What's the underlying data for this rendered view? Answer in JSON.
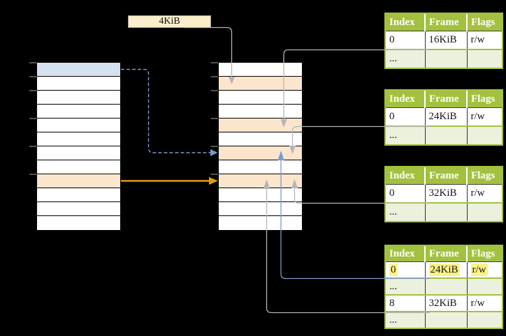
{
  "labels": {
    "page_size": "4KiB"
  },
  "colors": {
    "background": "#000000",
    "blue": "#D6E2F2",
    "peach": "#FCE5CD",
    "white": "#FFFFFF",
    "cream": "#FBEECB",
    "table_green": "#A3C13F",
    "table_light_green": "#EBF1DD",
    "highlight_yellow": "#FBF286",
    "arrow_orange": "#E09C10",
    "arrow_blue": "#7B99CE",
    "arrow_gray": "#B5B5B5",
    "tick_gray": "#7F7F7F"
  },
  "memory_columns": [
    {
      "name": "virtual-memory-column",
      "rows": [
        "blue",
        "white",
        "white",
        "white",
        "white",
        "white",
        "white",
        "white",
        "peach",
        "white",
        "white",
        "white"
      ]
    },
    {
      "name": "physical-memory-column",
      "rows": [
        "white",
        "peach",
        "white",
        "white",
        "peach",
        "white",
        "peach",
        "white",
        "peach",
        "white",
        "white",
        "white"
      ]
    }
  ],
  "address_tick_y": [
    90,
    110,
    130,
    170,
    210,
    250
  ],
  "page_tables": [
    {
      "headers": [
        "Index",
        "Frame",
        "Flags"
      ],
      "rows": [
        {
          "cells": [
            "0",
            "16KiB",
            "r/w"
          ],
          "shaded": false,
          "highlight": false
        },
        {
          "cells": [
            "...",
            "",
            ""
          ],
          "shaded": true,
          "highlight": false
        }
      ]
    },
    {
      "headers": [
        "Index",
        "Frame",
        "Flags"
      ],
      "rows": [
        {
          "cells": [
            "0",
            "24KiB",
            "r/w"
          ],
          "shaded": false,
          "highlight": false
        },
        {
          "cells": [
            "...",
            "",
            ""
          ],
          "shaded": true,
          "highlight": false
        }
      ]
    },
    {
      "headers": [
        "Index",
        "Frame",
        "Flags"
      ],
      "rows": [
        {
          "cells": [
            "0",
            "32KiB",
            "r/w"
          ],
          "shaded": false,
          "highlight": false
        },
        {
          "cells": [
            "...",
            "",
            ""
          ],
          "shaded": true,
          "highlight": false
        }
      ]
    },
    {
      "headers": [
        "Index",
        "Frame",
        "Flags"
      ],
      "rows": [
        {
          "cells": [
            "0",
            "24KiB",
            "r/w"
          ],
          "shaded": false,
          "highlight": true
        },
        {
          "cells": [
            "...",
            "",
            ""
          ],
          "shaded": true,
          "highlight": false
        },
        {
          "cells": [
            "8",
            "32KiB",
            "r/w"
          ],
          "shaded": false,
          "highlight": false
        },
        {
          "cells": [
            "...",
            "",
            ""
          ],
          "shaded": true,
          "highlight": false
        }
      ]
    }
  ]
}
